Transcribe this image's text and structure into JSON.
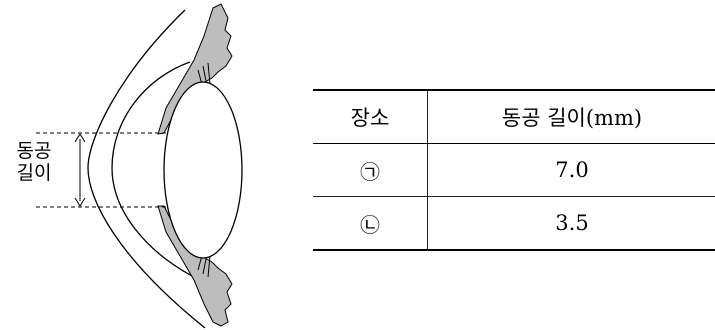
{
  "diagram": {
    "pupil_label_line1": "동공",
    "pupil_label_line2": "길이"
  },
  "table": {
    "headers": [
      "장소",
      "동공 길이(mm)"
    ],
    "rows": [
      {
        "place": "㉠",
        "length": "7.0"
      },
      {
        "place": "㉡",
        "length": "3.5"
      }
    ]
  }
}
